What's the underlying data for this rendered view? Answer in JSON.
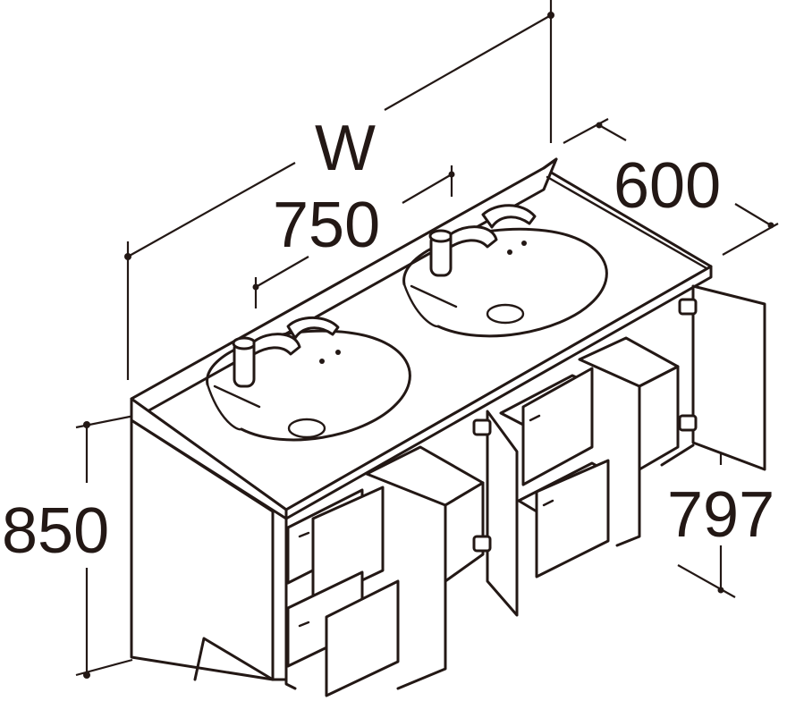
{
  "dimensions": {
    "width_label": "W",
    "bowl_spacing": "750",
    "depth": "600",
    "height": "850",
    "cabinet_height": "797"
  },
  "colors": {
    "ink": "#231815",
    "background": "#ffffff"
  }
}
